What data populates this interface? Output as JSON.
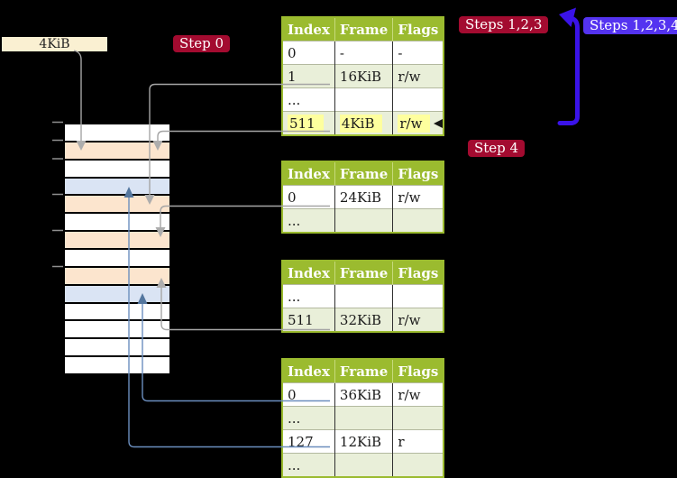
{
  "page_size_box": {
    "label": "4KiB"
  },
  "labels": {
    "step0": "Step 0",
    "steps123": "Steps 1,2,3",
    "steps1234": "Steps 1,2,3,4",
    "step4": "Step 4"
  },
  "tables": [
    {
      "headers": [
        "Index",
        "Frame",
        "Flags"
      ],
      "rows": [
        {
          "cells": [
            "0",
            "-",
            "-"
          ]
        },
        {
          "cells": [
            "1",
            "16KiB",
            "r/w"
          ]
        },
        {
          "cells": [
            "...",
            "",
            ""
          ]
        },
        {
          "cells": [
            "511",
            "4KiB",
            "r/w"
          ],
          "highlight": true
        }
      ]
    },
    {
      "headers": [
        "Index",
        "Frame",
        "Flags"
      ],
      "rows": [
        {
          "cells": [
            "0",
            "24KiB",
            "r/w"
          ]
        },
        {
          "cells": [
            "...",
            "",
            ""
          ]
        }
      ]
    },
    {
      "headers": [
        "Index",
        "Frame",
        "Flags"
      ],
      "rows": [
        {
          "cells": [
            "...",
            "",
            ""
          ]
        },
        {
          "cells": [
            "511",
            "32KiB",
            "r/w"
          ]
        }
      ]
    },
    {
      "headers": [
        "Index",
        "Frame",
        "Flags"
      ],
      "rows": [
        {
          "cells": [
            "0",
            "36KiB",
            "r/w"
          ]
        },
        {
          "cells": [
            "...",
            "",
            ""
          ]
        },
        {
          "cells": [
            "127",
            "12KiB",
            "r"
          ]
        },
        {
          "cells": [
            "...",
            "",
            ""
          ]
        }
      ]
    }
  ],
  "memory_map": {
    "row_colors": [
      "#ffffff",
      "#fce5ce",
      "#ffffff",
      "#dae4f4",
      "#fce5ce",
      "#ffffff",
      "#fce5ce",
      "#ffffff",
      "#fce5ce",
      "#dae4f4",
      "#ffffff",
      "#ffffff",
      "#ffffff",
      "#ffffff"
    ]
  },
  "colors": {
    "background": "#000000",
    "table_header_green": "#9bbb2f",
    "table_row_tint": "#e9efd9",
    "highlight_yellow": "#feff9e",
    "memory_peach": "#fce5ce",
    "memory_blue": "#dae4f4",
    "page_box_beige": "#faf0d2",
    "badge_red": "#a30b30",
    "badge_violet": "#5433f0",
    "big_arrow_blue": "#3a13e8",
    "connector_gray": "#a5a5a5",
    "connector_blue": "#6b8ebe"
  }
}
